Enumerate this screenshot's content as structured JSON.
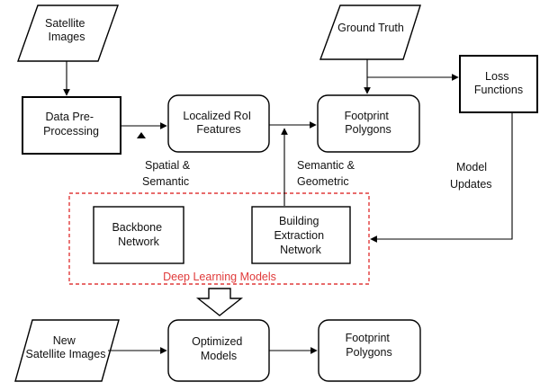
{
  "nodes": {
    "satellite_images": [
      "Satellite",
      "Images"
    ],
    "ground_truth": [
      "Ground Truth"
    ],
    "data_preprocessing": [
      "Data Pre-",
      "Processing"
    ],
    "localized_roi": [
      "Localized RoI",
      "Features"
    ],
    "footprint_top": [
      "Footprint",
      "Polygons"
    ],
    "loss_functions": [
      "Loss",
      "Functions"
    ],
    "backbone": [
      "Backbone",
      "Network"
    ],
    "building_extraction": [
      "Building",
      "Extraction",
      "Network"
    ],
    "new_satellite_images": [
      "New",
      "Satellite Images"
    ],
    "optimized_models": [
      "Optimized",
      "Models"
    ],
    "footprint_bottom": [
      "Footprint",
      "Polygons"
    ]
  },
  "labels": {
    "spatial_semantic": [
      "Spatial &",
      "Semantic"
    ],
    "semantic_geometric": [
      "Semantic &",
      "Geometric"
    ],
    "model_updates": [
      "Model",
      "Updates"
    ],
    "deep_learning_models": "Deep Learning Models"
  },
  "colors": {
    "stroke": "#000000",
    "dashed_group": "#e03a3a"
  }
}
